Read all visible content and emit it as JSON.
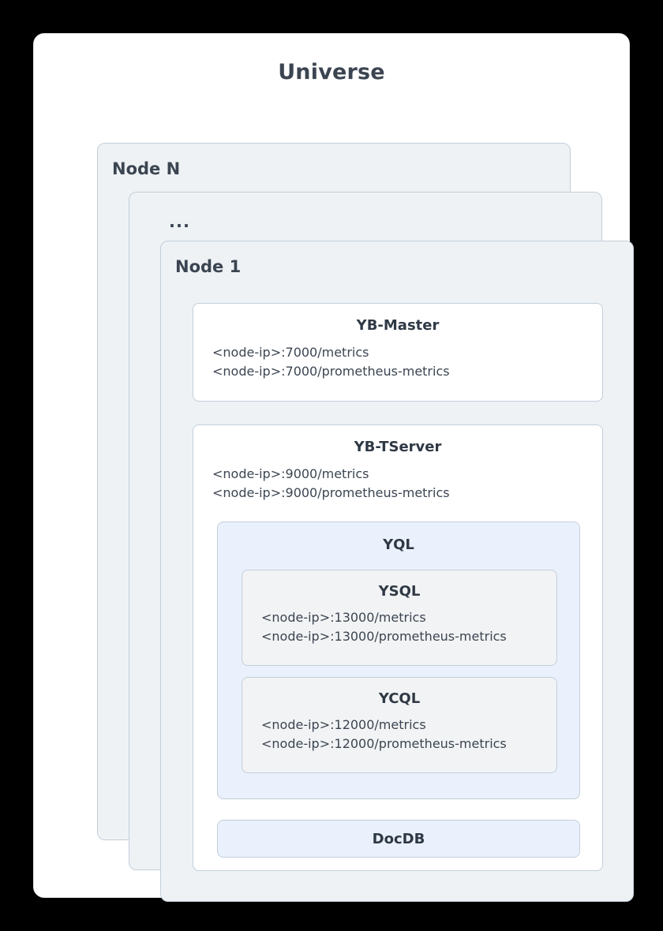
{
  "universe": {
    "title": "Universe"
  },
  "nodes": [
    {
      "label": "Node N"
    },
    {
      "label": "..."
    },
    {
      "label": "Node 1"
    }
  ],
  "components": {
    "yb_master": {
      "title": "YB-Master",
      "metrics": "<node-ip>:7000/metrics\n<node-ip>:7000/prometheus-metrics"
    },
    "yb_tserver": {
      "title": "YB-TServer",
      "metrics": "<node-ip>:9000/metrics\n<node-ip>:9000/prometheus-metrics"
    },
    "yql": {
      "title": "YQL"
    },
    "ysql": {
      "title": "YSQL",
      "metrics": "<node-ip>:13000/metrics\n<node-ip>:13000/prometheus-metrics"
    },
    "ycql": {
      "title": "YCQL",
      "metrics": "<node-ip>:12000/metrics\n<node-ip>:12000/prometheus-metrics"
    },
    "docdb": {
      "title": "DocDB"
    }
  },
  "colors": {
    "page_background": "#000000",
    "panel_background": "#ffffff",
    "node_card_background": "#eef2f5",
    "border": "#c3cfd9",
    "panel_border": "#e2e8ee",
    "accent_blue": "#eaf1fd",
    "neutral_gray": "#f2f3f4",
    "text": "#3b4551",
    "title_text": "#2f3945"
  }
}
